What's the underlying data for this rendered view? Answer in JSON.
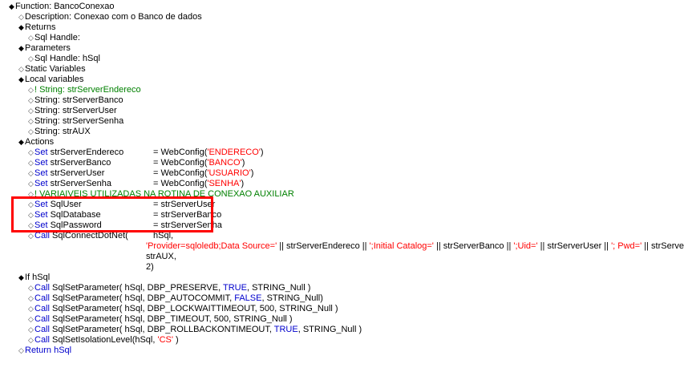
{
  "document": {
    "title": "Function: BancoConexao",
    "language": "Genexus-like pseudocode outline"
  },
  "icons": {
    "bullet_filled": "♦",
    "bullet_hollow": "◇"
  },
  "colors": {
    "comment_green": "#008000",
    "string_red": "#ff0000",
    "keyword_blue": "#0000cc",
    "identifier_black": "#000000",
    "highlight_box": "#ff0000",
    "background": "#ffffff"
  },
  "outline": {
    "function_line": "Function: BancoConexao",
    "description_line": "Description: Conexao com o Banco de dados",
    "returns_header": "Returns",
    "returns_item": "Sql Handle:",
    "parameters_header": "Parameters",
    "parameters_item": "Sql Handle: hSql",
    "static_variables_header": "Static Variables",
    "local_variables_header": "Local variables",
    "local_variables": [
      {
        "text": "! String: strServerEndereco",
        "color": "green"
      },
      {
        "text": "String: strServerBanco",
        "color": "black"
      },
      {
        "text": "String: strServerUser",
        "color": "black"
      },
      {
        "text": "String: strServerSenha",
        "color": "black"
      },
      {
        "text": "String: strAUX",
        "color": "black"
      }
    ],
    "actions_header": "Actions",
    "webconfig_sets": [
      {
        "kw": "Set",
        "target": "strServerEndereco",
        "eq": "= WebConfig(",
        "str": "'ENDERECO'",
        "tail": ")"
      },
      {
        "kw": "Set",
        "target": "strServerBanco",
        "eq": "= WebConfig(",
        "str": "'BANCO'",
        "tail": ")"
      },
      {
        "kw": "Set",
        "target": "strServerUser",
        "eq": "= WebConfig(",
        "str": "'USUARIO'",
        "tail": ")"
      },
      {
        "kw": "Set",
        "target": "strServerSenha",
        "eq": "= WebConfig(",
        "str": "'SENHA'",
        "tail": ")"
      }
    ],
    "comment_line": "! VARIAIVEIS UTILIZADAS NA ROTINA DE CONEXAO AUXILIAR",
    "highlighted_sets": [
      {
        "kw": "Set",
        "target": "SqlUser",
        "value": "= strServerUser"
      },
      {
        "kw": "Set",
        "target": "SqlDatabase",
        "value": "= strServerBanco"
      },
      {
        "kw": "Set",
        "target": "SqlPassword",
        "value": "= strServerSenha"
      }
    ],
    "call_connect": {
      "kw": "Call",
      "name": "SqlConnectDotNet(",
      "arg1": "hSql,",
      "arg2_parts": [
        {
          "text": "'Provider=sqloledb;Data Source='",
          "color": "red"
        },
        {
          "text": " || strServerEndereco || ",
          "color": "black"
        },
        {
          "text": "';Initial Catalog='",
          "color": "red"
        },
        {
          "text": " || strServerBanco || ",
          "color": "black"
        },
        {
          "text": "';Uid='",
          "color": "red"
        },
        {
          "text": " || strServerUser || ",
          "color": "black"
        },
        {
          "text": "'; Pwd='",
          "color": "red"
        },
        {
          "text": " || strServerSenha,",
          "color": "black"
        }
      ],
      "arg3": "strAUX,",
      "arg4": "2)"
    },
    "if_header": "If hSql",
    "if_calls": [
      {
        "kw": "Call",
        "rest_a": "SqlSetParameter( hSql, DBP_PRESERVE, ",
        "hl": "TRUE",
        "rest_b": ", STRING_Null )"
      },
      {
        "kw": "Call",
        "rest_a": "SqlSetParameter( hSql, DBP_AUTOCOMMIT, ",
        "hl": "FALSE",
        "rest_b": ", STRING_Null)"
      },
      {
        "kw": "Call",
        "rest_a": "SqlSetParameter( hSql, DBP_LOCKWAITTIMEOUT, 500, STRING_Null )",
        "hl": "",
        "rest_b": ""
      },
      {
        "kw": "Call",
        "rest_a": "SqlSetParameter( hSql, DBP_TIMEOUT, 500, STRING_Null )",
        "hl": "",
        "rest_b": ""
      },
      {
        "kw": "Call",
        "rest_a": "SqlSetParameter( hSql, DBP_ROLLBACKONTIMEOUT, ",
        "hl": "TRUE",
        "rest_b": ", STRING_Null )"
      }
    ],
    "isolation_call": {
      "kw": "Call",
      "pre": "SqlSetIsolationLevel(hSql, ",
      "str": "'CS'",
      "post": " )"
    },
    "return_line": "Return hSql"
  }
}
